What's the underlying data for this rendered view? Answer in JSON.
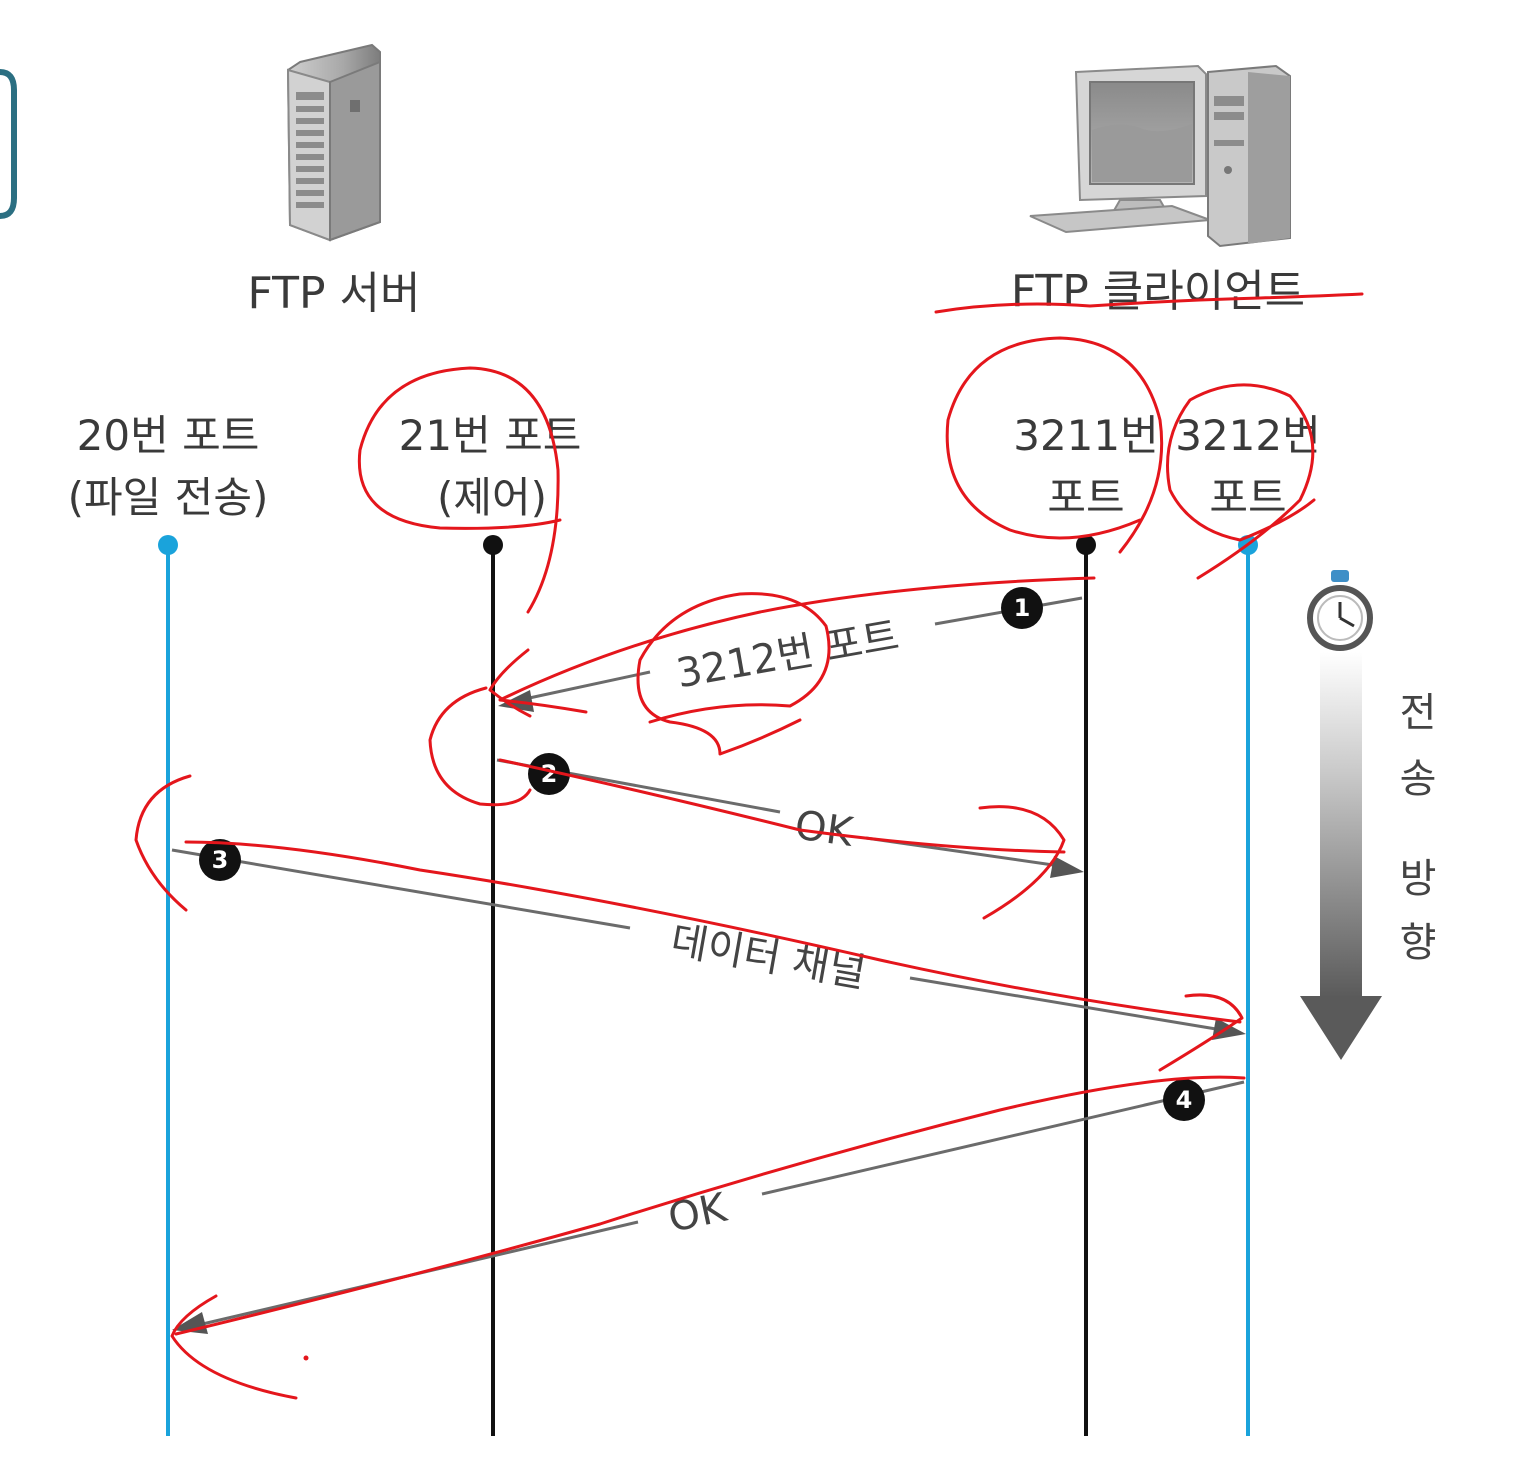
{
  "hosts": {
    "server": {
      "label": "FTP 서버",
      "icon": "server-tower-icon"
    },
    "client": {
      "label": "FTP 클라이언트",
      "icon": "desktop-computer-icon"
    }
  },
  "ports": [
    {
      "id": "p20",
      "line1": "20번 포트",
      "line2": "(파일 전송)",
      "color": "#1aa3db"
    },
    {
      "id": "p21",
      "line1": "21번 포트",
      "line2": "(제어)",
      "color": "#111111"
    },
    {
      "id": "p3211",
      "line1": "3211번",
      "line2": "포트",
      "color": "#111111"
    },
    {
      "id": "p3212",
      "line1": "3212번",
      "line2": "포트",
      "color": "#1aa3db"
    }
  ],
  "messages": [
    {
      "step": "1",
      "label": "3212번 포트",
      "from": "3211번 포트",
      "to": "21번 포트"
    },
    {
      "step": "2",
      "label": "OK",
      "from": "21번 포트",
      "to": "3211번 포트"
    },
    {
      "step": "3",
      "label": "데이터 채널",
      "from": "20번 포트",
      "to": "3212번 포트"
    },
    {
      "step": "4",
      "label": "OK",
      "from": "3212번 포트",
      "to": "20번 포트"
    }
  ],
  "time_direction": {
    "chars": [
      "전",
      "송",
      "방",
      "향"
    ],
    "icon": "stopwatch-icon"
  },
  "colors": {
    "data_line": "#1aa3db",
    "control_line": "#111111",
    "message_arrow": "#6b6b6b",
    "annotation_ink": "#e4161c"
  }
}
